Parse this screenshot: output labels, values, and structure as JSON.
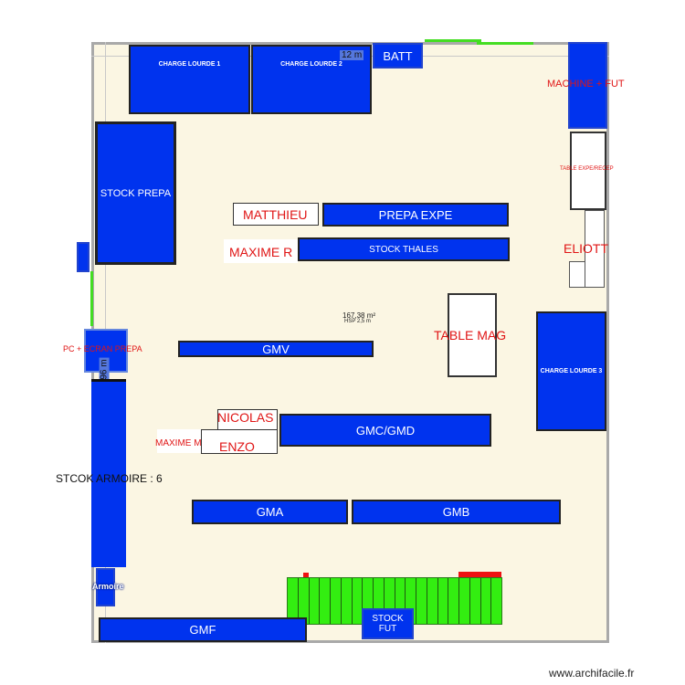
{
  "plan": {
    "area": "167,38 m²",
    "height": "HSP 2,5 m",
    "dim_width": "12 m",
    "dim_height": "13,96 m",
    "colors": {
      "storage": "#0033ee",
      "label": "#e01515",
      "floor": "#fbf6e3",
      "rack": "#33ee11",
      "wall": "#a9a9a9"
    }
  },
  "zones": {
    "charge_lourde_1": "CHARGE LOURDE 1",
    "charge_lourde_2": "CHARGE LOURDE 2",
    "charge_lourde_3": "CHARGE LOURDE 3",
    "batt": "BATT",
    "machine_fut": "MACHINE + FUT",
    "table_expe_recep": "TABLE EXPE/RECEP",
    "stock_prepa": "STOCK PREPA",
    "prepa_expe": "PREPA EXPE",
    "stock_thales": "STOCK THALES",
    "pc_ecran_prepa": "PC + ECRAN PREPA",
    "gmv": "GMV",
    "table_mag": "TABLE MAG",
    "gmc_gmd": "GMC/GMD",
    "gma": "GMA",
    "gmb": "GMB",
    "gmf": "GMF",
    "stock_fut": "STOCK FUT",
    "stock_armoire": "STCOK ARMOIRE : 6",
    "armoire": "Armoire"
  },
  "people": {
    "matthieu": "MATTHIEU",
    "maxime_r": "MAXIME R",
    "eliott": "ELIOTT",
    "nicolas": "NICOLAS",
    "enzo": "ENZO",
    "maxime_m": "MAXIME M"
  },
  "footer": {
    "brand": "www.archifacile.fr"
  }
}
